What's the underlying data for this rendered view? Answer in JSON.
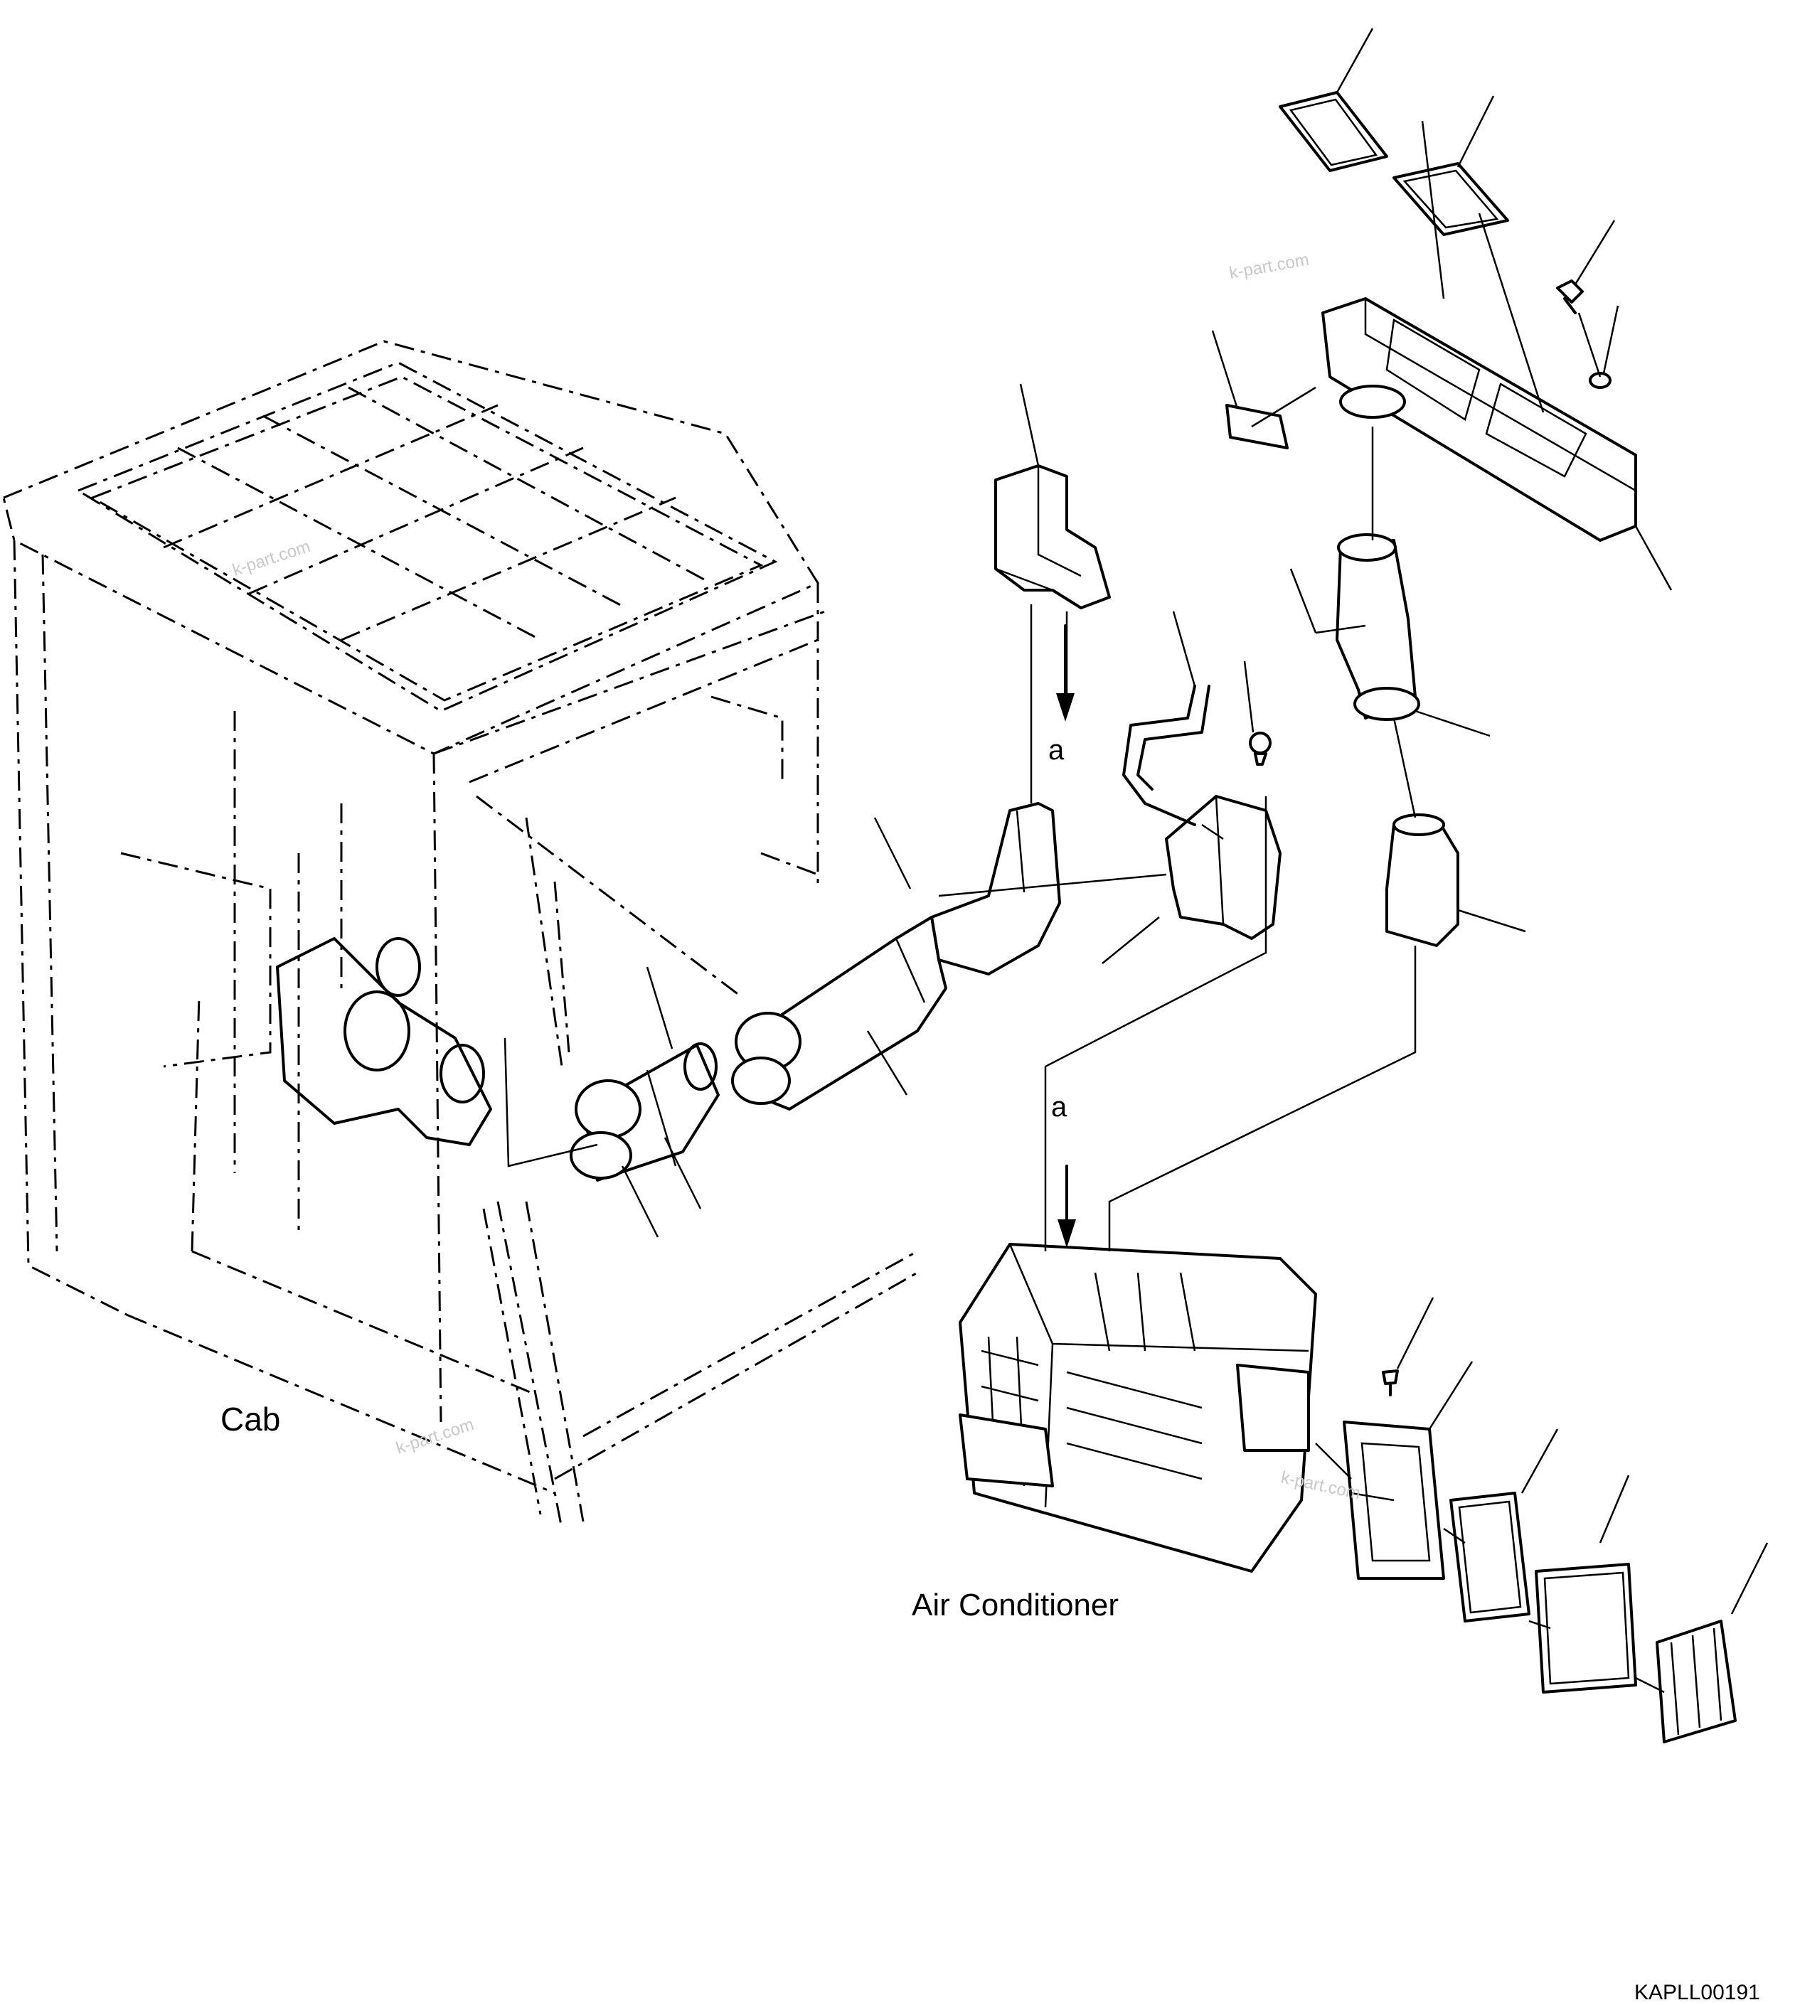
{
  "labels": {
    "cab": "Cab",
    "air_conditioner": "Air Conditioner",
    "marker_a_top": "a",
    "marker_a_bottom": "a",
    "drawing_code": "KAPLL00191"
  },
  "watermark": "k-part.com"
}
